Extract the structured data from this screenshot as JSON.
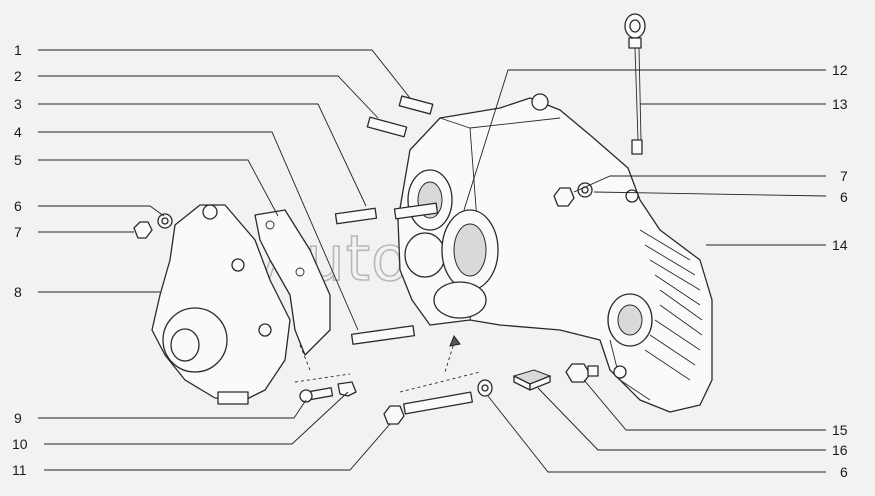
{
  "watermark": "AutoSoft",
  "callouts": {
    "c1": "1",
    "c2": "2",
    "c3": "3",
    "c4": "4",
    "c5": "5",
    "c6_left": "6",
    "c7_left": "7",
    "c8": "8",
    "c9": "9",
    "c10": "10",
    "c11": "11",
    "c12": "12",
    "c13": "13",
    "c7_right": "7",
    "c6_right": "6",
    "c14": "14",
    "c15": "15",
    "c16": "16",
    "c6_bottom": "6"
  }
}
